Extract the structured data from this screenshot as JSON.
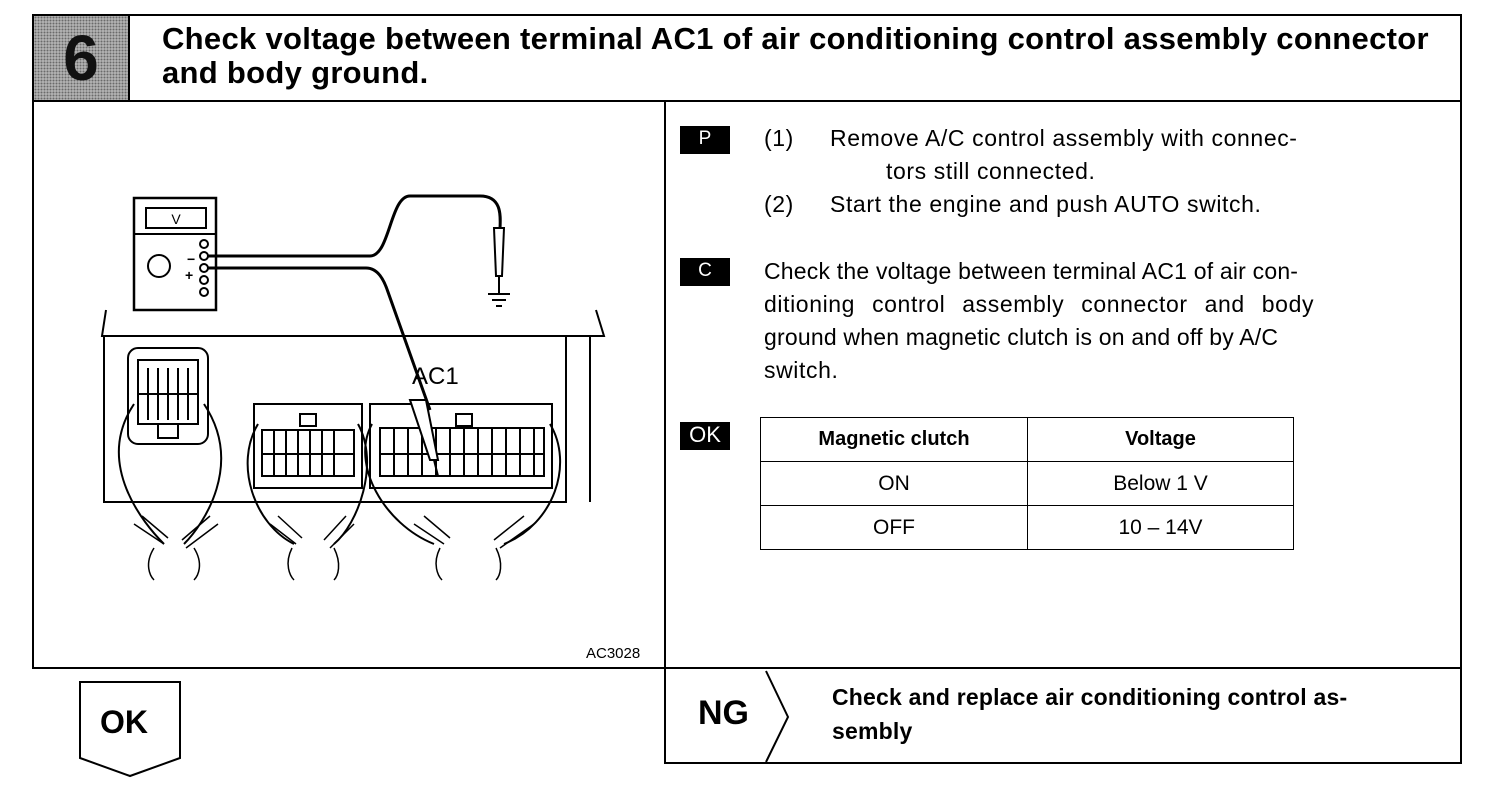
{
  "header": {
    "step_number": "6",
    "title": "Check voltage between terminal AC1 of air conditioning control assembly connector and body ground."
  },
  "figure": {
    "meter_label": "V",
    "minus_sign": "−",
    "plus_sign": "+",
    "terminal_label": "AC1",
    "figure_code": "AC3028"
  },
  "prep": {
    "tag": "P",
    "steps": [
      {
        "num": "(1)",
        "text_line1": "Remove A/C control assembly with connec-",
        "text_line2": "tors still connected."
      },
      {
        "num": "(2)",
        "text_line1": "Start the engine and push AUTO switch."
      }
    ]
  },
  "check": {
    "tag": "C",
    "lines": [
      "Check the voltage between terminal AC1 of air con-",
      "ditioning control assembly connector and body",
      "ground when magnetic clutch is on and off by A/C",
      "switch."
    ]
  },
  "ok_section": {
    "tag": "OK",
    "table": {
      "headers": [
        "Magnetic clutch",
        "Voltage"
      ],
      "rows": [
        [
          "ON",
          "Below 1 V"
        ],
        [
          "OFF",
          "10 – 14V"
        ]
      ]
    }
  },
  "result": {
    "ok_label": "OK",
    "ng_label": "NG",
    "ng_line1": "Check and replace air conditioning control as-",
    "ng_line2": "sembly"
  }
}
